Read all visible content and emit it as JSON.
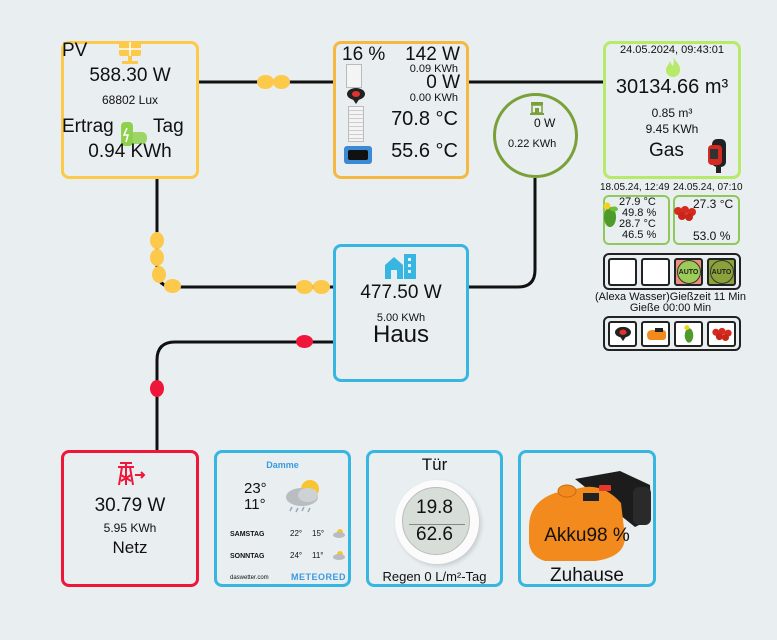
{
  "pv": {
    "title": "PV",
    "power": "588.30 W",
    "lux": "68802 Lux",
    "yield_label_left": "Ertrag",
    "yield_label_right": "Tag",
    "yield_value": "0.94 KWh"
  },
  "heating": {
    "percent": "16 %",
    "power1": "142 W",
    "energy1": "0.09 KWh",
    "power2": "0 W",
    "energy2": "0.00 KWh",
    "temp1": "70.8 °C",
    "temp2": "55.6 °C"
  },
  "gas": {
    "timestamp": "24.05.2024, 09:43:01",
    "total": "30134.66 m³",
    "today_m3": "0.85 m³",
    "today_kwh": "9.45 KWh",
    "label": "Gas"
  },
  "circle_device": {
    "power": "0 W",
    "energy": "0.22 KWh"
  },
  "plants": {
    "left": {
      "date": "18.05.24, 12:49",
      "temp1": "27.9 °C",
      "hum1": "49.8 %",
      "temp2": "28.7 °C",
      "hum2": "46.5 %"
    },
    "right": {
      "date": "24.05.24, 07:10",
      "temp": "27.3 °C",
      "hum": "53.0 %"
    }
  },
  "watering": {
    "auto_label_1": "AUTO",
    "auto_label_2": "AUTO",
    "line1": "(Alexa Wasser)Gießzeit 11 Min",
    "line2": "Gieße 00:00 Min"
  },
  "haus": {
    "power": "477.50 W",
    "energy": "5.00 KWh",
    "label": "Haus"
  },
  "netz": {
    "power": "30.79 W",
    "energy": "5.95 KWh",
    "label": "Netz"
  },
  "weather": {
    "city": "Damme",
    "high": "23°",
    "low": "11°",
    "forecast": [
      {
        "day": "SAMSTAG",
        "high": "22°",
        "low": "15°"
      },
      {
        "day": "SONNTAG",
        "high": "24°",
        "low": "11°"
      }
    ],
    "source": "daswetter.com",
    "brand": "METEORED"
  },
  "door_sensor": {
    "title": "Tür",
    "temp": "19.8",
    "hum": "62.6",
    "rain": "Regen 0 L/m²-Tag"
  },
  "mower": {
    "battery": "Akku98 %",
    "status": "Zuhause"
  },
  "colors": {
    "pv": "#fdc94a",
    "heating": "#f5b942",
    "gas": "#b7e96a",
    "circle": "#7aa03a",
    "haus": "#36b6e0",
    "netz": "#f0163a"
  }
}
